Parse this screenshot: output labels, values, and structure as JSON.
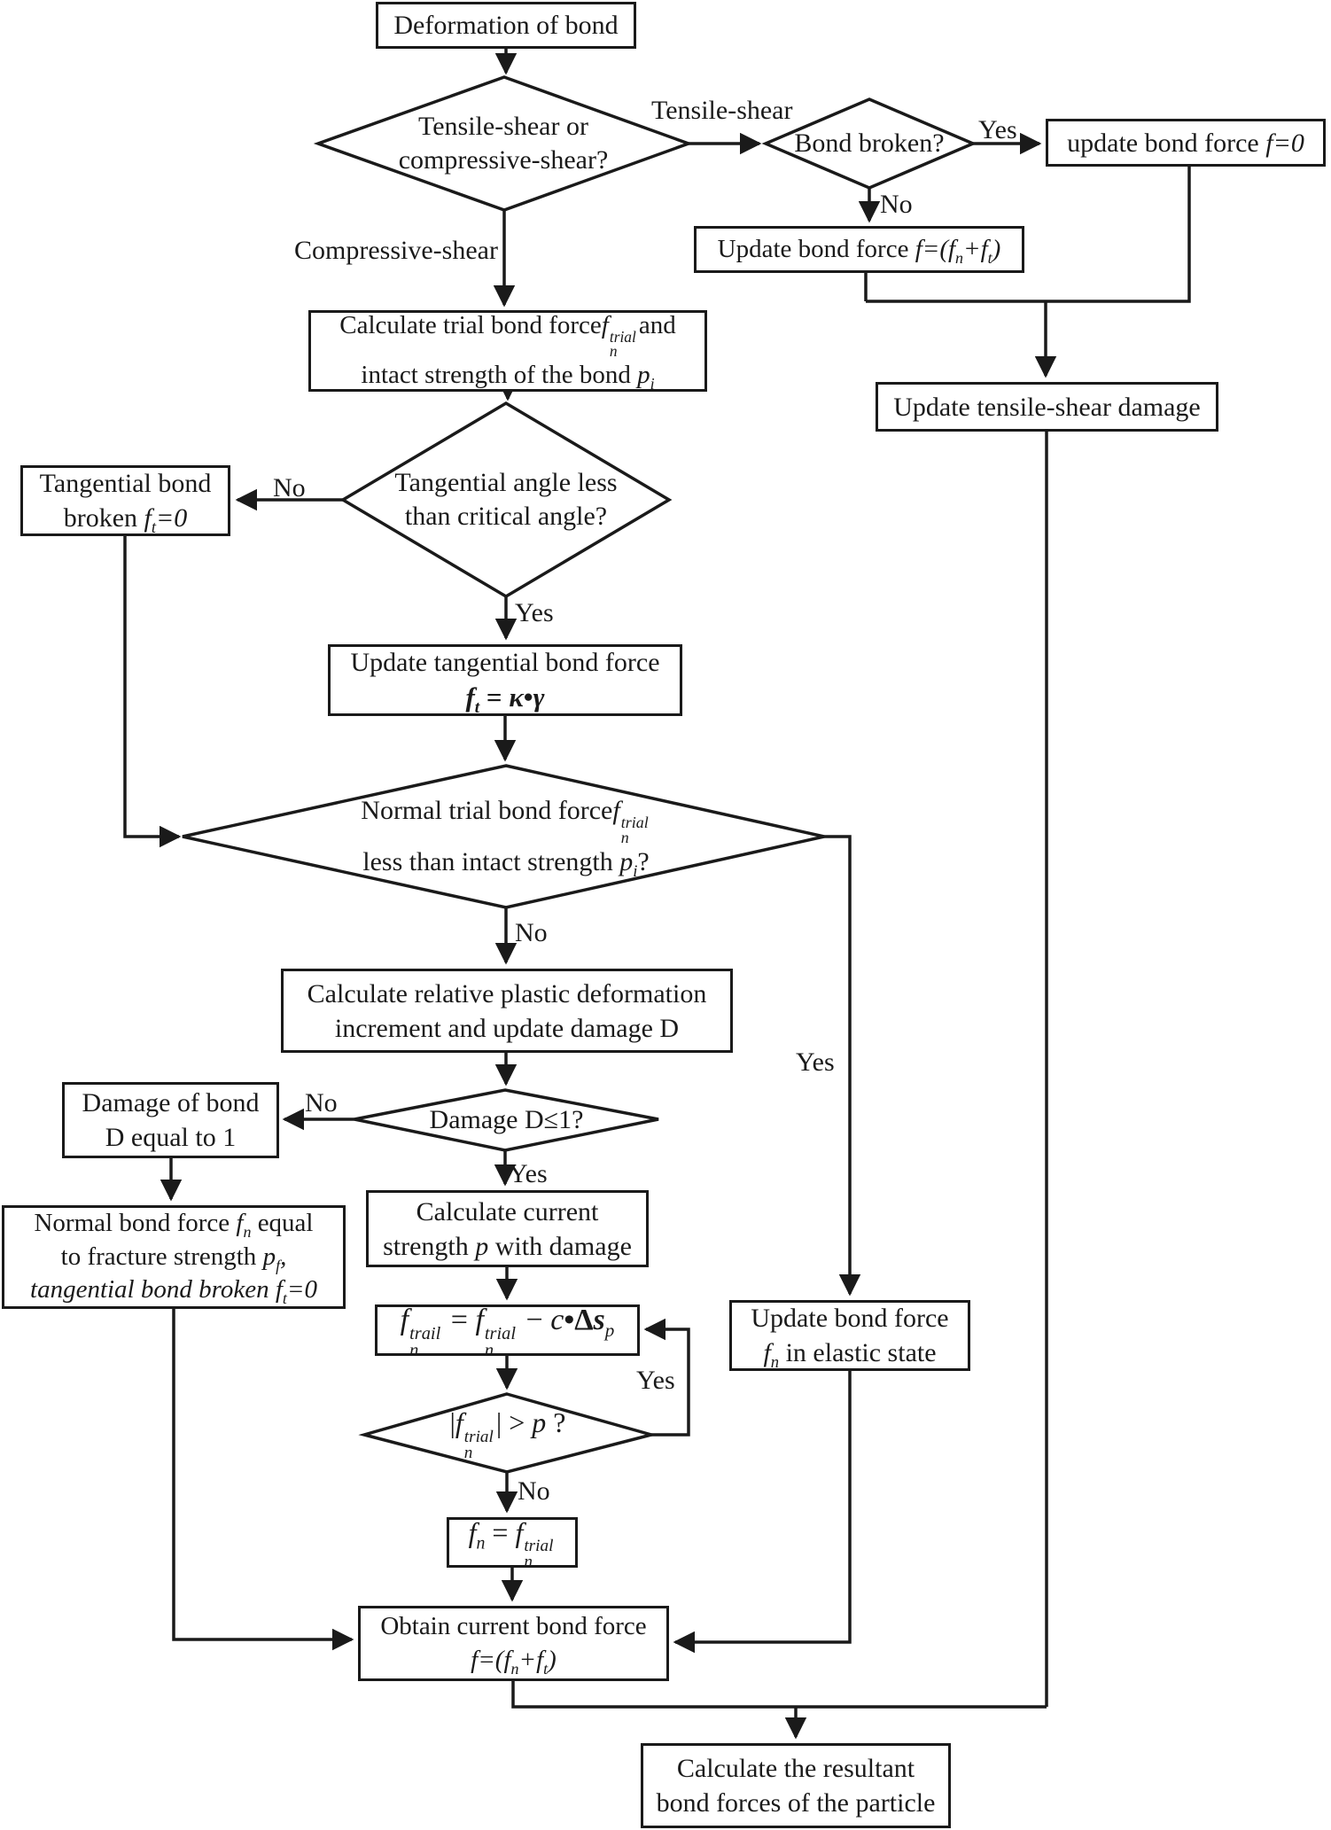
{
  "colors": {
    "background": "#ffffff",
    "line": "#1a1a1a"
  },
  "labels": {
    "tensile_shear": "Tensile-shear",
    "compressive_shear": "Compressive-shear",
    "yes": "Yes",
    "no": "No"
  },
  "nodes": {
    "start": {
      "lines": [
        [
          {
            "t": "Deformation of bond"
          }
        ]
      ]
    },
    "d1_shear_type": {
      "lines": [
        [
          {
            "t": "Tensile-shear or"
          }
        ],
        [
          {
            "t": "compressive-shear?"
          }
        ]
      ]
    },
    "d2_bond_broken": {
      "lines": [
        [
          {
            "t": "Bond broken?"
          }
        ]
      ]
    },
    "update_f0": {
      "lines": [
        [
          {
            "t": "update bond force "
          },
          {
            "t": "f=0",
            "i": true
          }
        ]
      ]
    },
    "update_fnft": {
      "lines": [
        [
          {
            "t": "Update bond force "
          },
          {
            "t": "f=(f",
            "i": true
          },
          {
            "t": "n",
            "i": true,
            "sub": true
          },
          {
            "t": "+f",
            "i": true
          },
          {
            "t": "t",
            "i": true,
            "sub": true
          },
          {
            "t": ")",
            "i": true
          }
        ]
      ]
    },
    "update_ts_damage": {
      "lines": [
        [
          {
            "t": "Update tensile-shear damage"
          }
        ]
      ]
    },
    "calc_trial": {
      "lines": [
        [
          {
            "t": "Calculate trial bond force"
          },
          {
            "t": "f",
            "i": true
          },
          {
            "stack": [
              "trial",
              "n"
            ]
          },
          {
            "t": "and"
          }
        ],
        [
          {
            "t": "intact strength of the bond "
          },
          {
            "t": "p",
            "i": true
          },
          {
            "t": "i",
            "i": true,
            "sub": true
          }
        ]
      ]
    },
    "d3_tang_angle": {
      "lines": [
        [
          {
            "t": "Tangential angle less"
          }
        ],
        [
          {
            "t": "than critical angle?"
          }
        ]
      ]
    },
    "tang_broken": {
      "lines": [
        [
          {
            "t": "Tangential bond"
          }
        ],
        [
          {
            "t": "broken "
          },
          {
            "t": "f",
            "i": true
          },
          {
            "t": "t",
            "i": true,
            "sub": true
          },
          {
            "t": "=0",
            "i": true
          }
        ]
      ]
    },
    "update_tang": {
      "lines": [
        [
          {
            "t": "Update tangential bond force"
          }
        ],
        [
          {
            "t": "f",
            "i": true,
            "b": true
          },
          {
            "t": "t",
            "i": true,
            "b": true,
            "sub": true
          },
          {
            "t": " = ",
            "b": true
          },
          {
            "t": "κ",
            "i": true,
            "b": true
          },
          {
            "t": "•",
            "b": true
          },
          {
            "t": "γ",
            "i": true,
            "b": true
          }
        ]
      ]
    },
    "d4_normal_trial": {
      "lines": [
        [
          {
            "t": "Normal trial bond force"
          },
          {
            "t": "f",
            "i": true
          },
          {
            "stack": [
              "trial",
              "n"
            ]
          }
        ],
        [
          {
            "t": "less than intact strength "
          },
          {
            "t": "p",
            "i": true
          },
          {
            "t": "i",
            "i": true,
            "sub": true
          },
          {
            "t": "?"
          }
        ]
      ]
    },
    "calc_plastic": {
      "lines": [
        [
          {
            "t": "Calculate relative plastic deformation"
          }
        ],
        [
          {
            "t": "increment and update  damage D"
          }
        ]
      ]
    },
    "d5_damage": {
      "lines": [
        [
          {
            "t": "Damage D≤1?"
          }
        ]
      ]
    },
    "damage_eq1": {
      "lines": [
        [
          {
            "t": "Damage of bond"
          }
        ],
        [
          {
            "t": "D equal to 1"
          }
        ]
      ]
    },
    "normal_fracture": {
      "lines": [
        [
          {
            "t": "Normal bond force "
          },
          {
            "t": "f",
            "i": true
          },
          {
            "t": "n",
            "i": true,
            "sub": true
          },
          {
            "t": " equal"
          }
        ],
        [
          {
            "t": "to fracture strength "
          },
          {
            "t": "p",
            "i": true
          },
          {
            "t": "f",
            "i": true,
            "sub": true
          },
          {
            "t": ",",
            "i": true
          }
        ],
        [
          {
            "t": "tangential bond broken ",
            "i": true
          },
          {
            "t": "f",
            "i": true
          },
          {
            "t": "t",
            "i": true,
            "sub": true
          },
          {
            "t": "=0",
            "i": true
          }
        ]
      ]
    },
    "calc_strength": {
      "lines": [
        [
          {
            "t": "Calculate current"
          }
        ],
        [
          {
            "t": "strength "
          },
          {
            "t": "p",
            "i": true
          },
          {
            "t": " with damage"
          }
        ]
      ]
    },
    "trial_update": {
      "lines": [
        [
          {
            "t": "f",
            "i": true
          },
          {
            "stack": [
              "trail",
              "n"
            ]
          },
          {
            "t": " = "
          },
          {
            "t": "f",
            "i": true
          },
          {
            "stack": [
              "trial",
              "n"
            ]
          },
          {
            "t": " − "
          },
          {
            "t": "c",
            "i": true
          },
          {
            "t": "•",
            "b": true
          },
          {
            "t": "Δ",
            "b": true
          },
          {
            "t": "s",
            "i": true,
            "b": true
          },
          {
            "t": "p",
            "i": true,
            "sub": true
          }
        ]
      ]
    },
    "d6_abs_check": {
      "lines": [
        [
          {
            "t": "|"
          },
          {
            "t": "f",
            "i": true
          },
          {
            "stack": [
              "trial",
              "n"
            ]
          },
          {
            "t": "| > "
          },
          {
            "t": "p",
            "i": true
          },
          {
            "t": " ?"
          }
        ]
      ]
    },
    "fn_assign": {
      "lines": [
        [
          {
            "t": "f",
            "i": true
          },
          {
            "t": "n",
            "i": true,
            "sub": true
          },
          {
            "t": " = "
          },
          {
            "t": "f",
            "i": true
          },
          {
            "stack": [
              "trial",
              "n"
            ]
          }
        ]
      ]
    },
    "elastic": {
      "lines": [
        [
          {
            "t": "Update bond force"
          }
        ],
        [
          {
            "t": "f",
            "i": true
          },
          {
            "t": "n",
            "i": true,
            "sub": true
          },
          {
            "t": " in elastic state"
          }
        ]
      ]
    },
    "obtain": {
      "lines": [
        [
          {
            "t": "Obtain current bond force"
          }
        ],
        [
          {
            "t": "f=(f",
            "i": true
          },
          {
            "t": "n",
            "i": true,
            "sub": true
          },
          {
            "t": "+f",
            "i": true
          },
          {
            "t": "t",
            "i": true,
            "sub": true
          },
          {
            "t": ")",
            "i": true
          }
        ]
      ]
    },
    "resultant": {
      "lines": [
        [
          {
            "t": "Calculate the resultant"
          }
        ],
        [
          {
            "t": "bond forces of the particle"
          }
        ]
      ]
    }
  }
}
